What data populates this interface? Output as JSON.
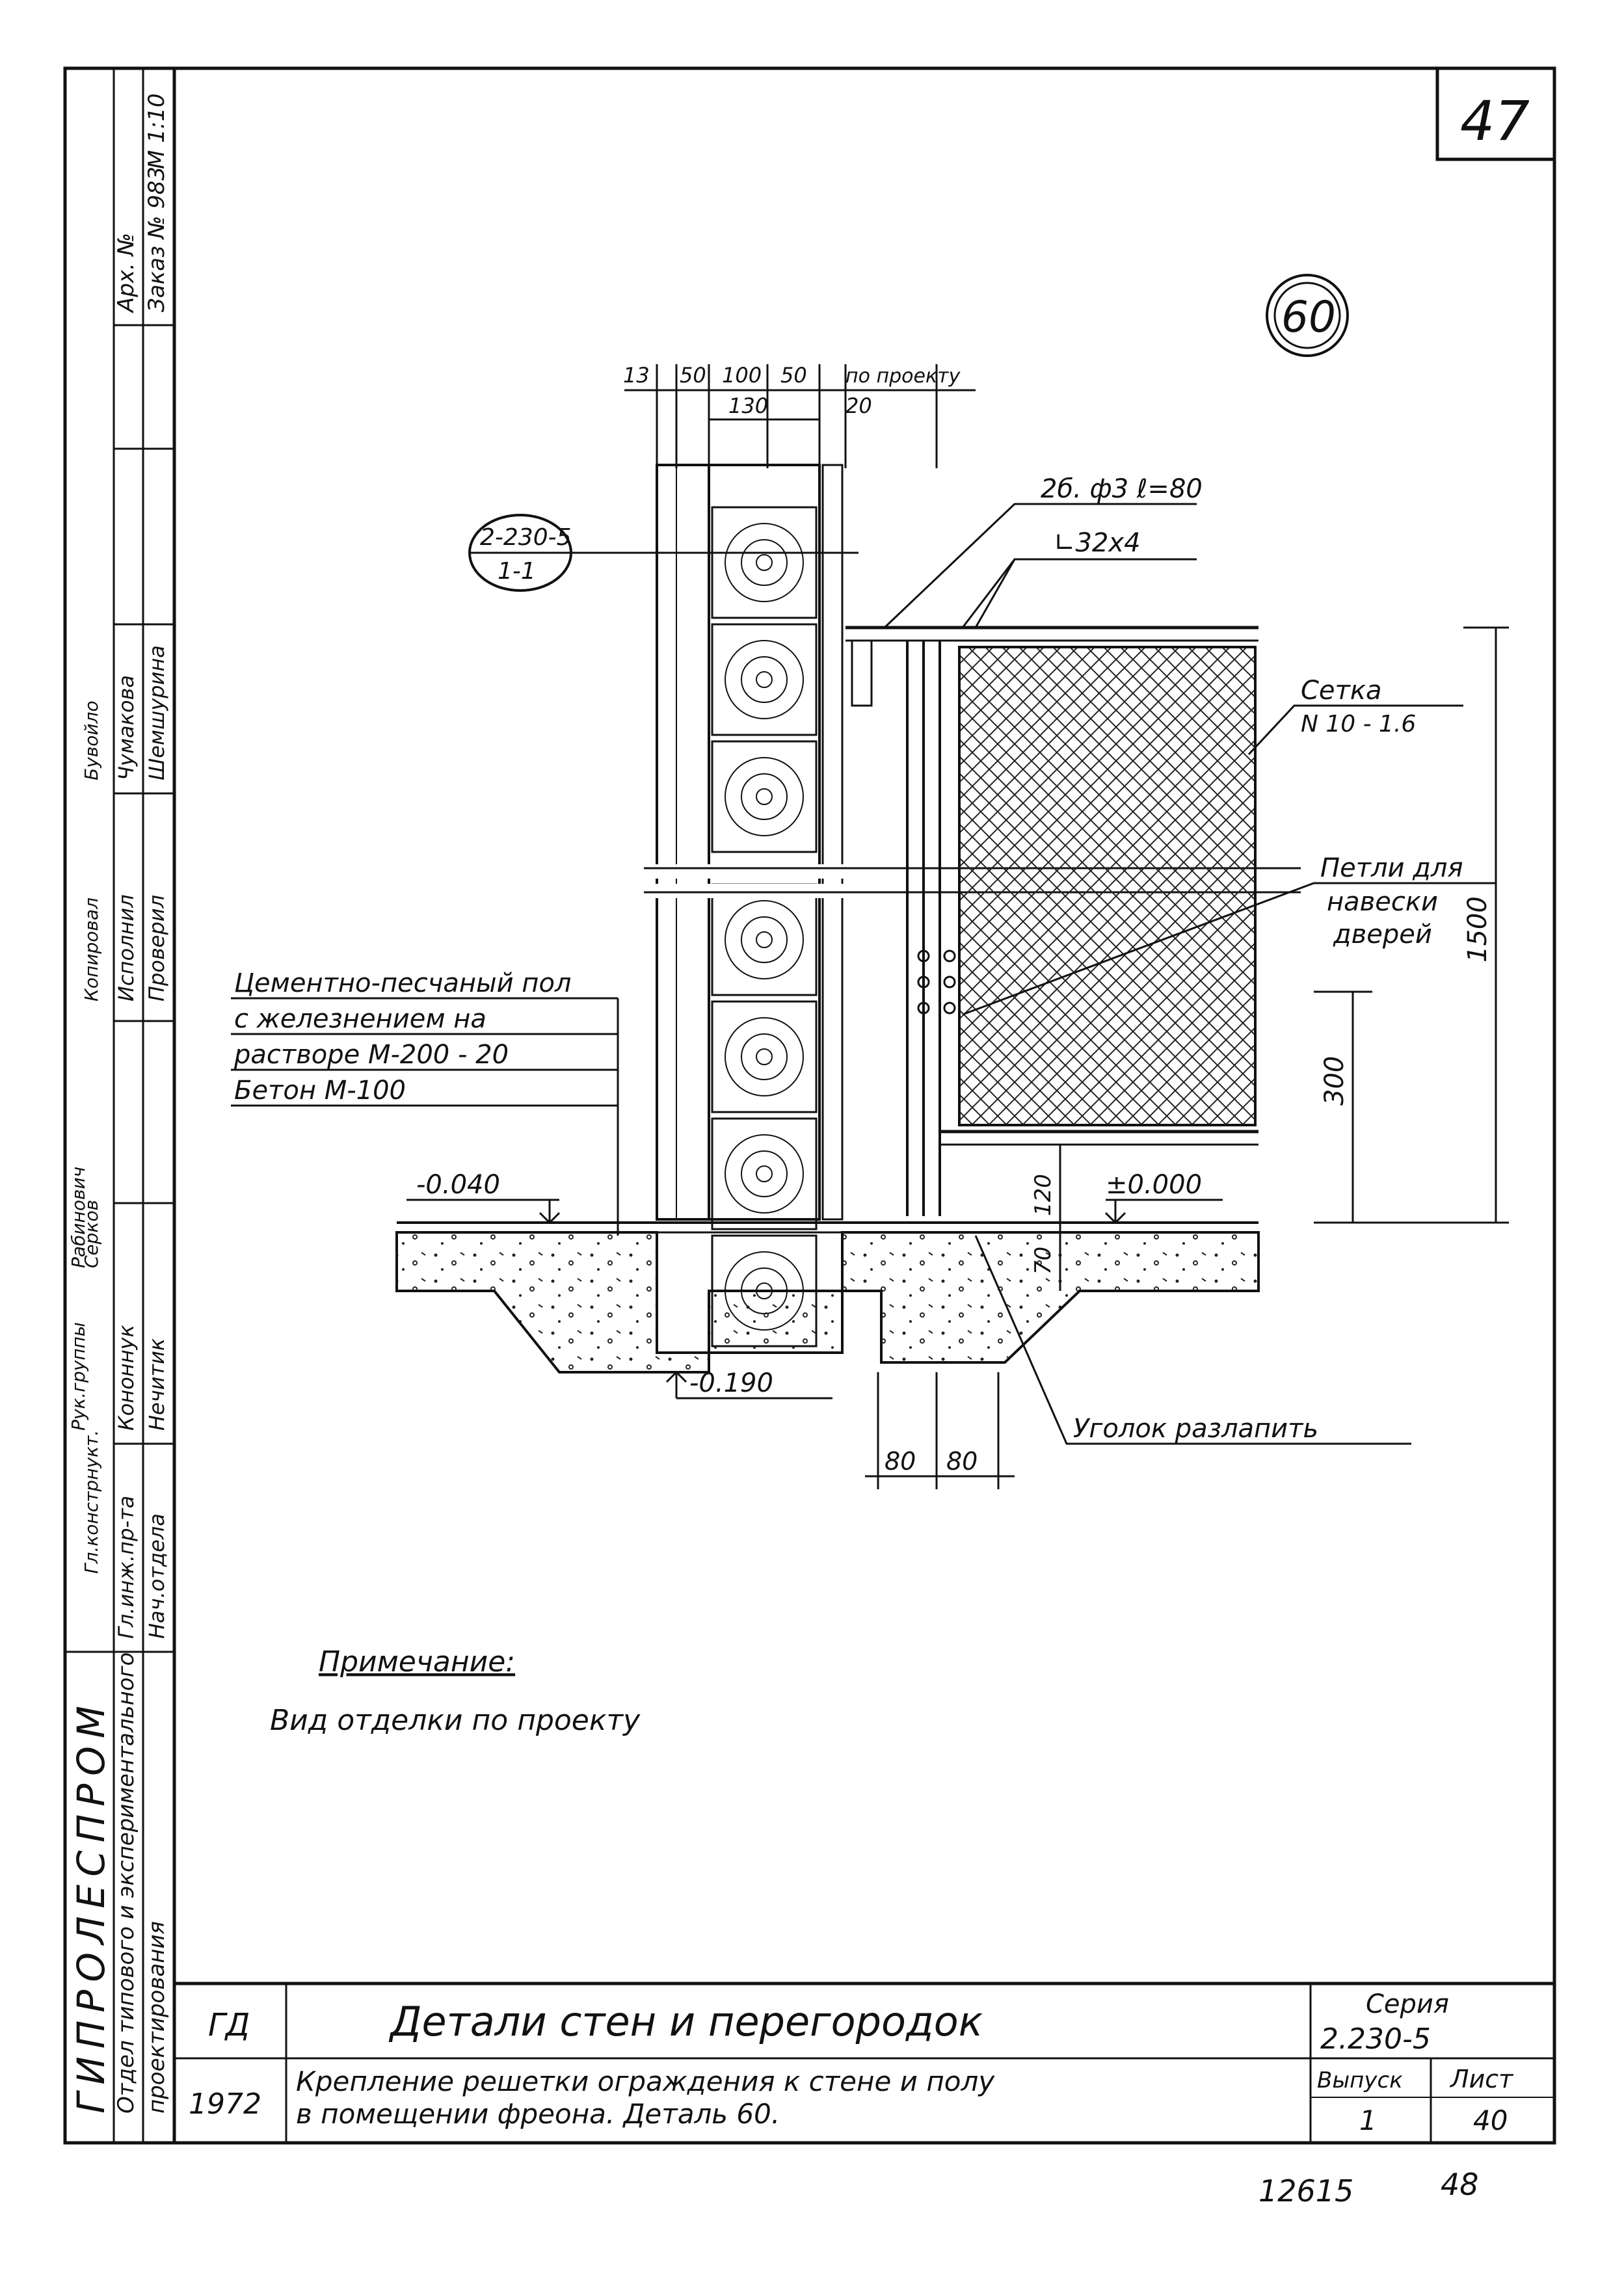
{
  "sheet": {
    "page_number": "47",
    "detail_number": "60",
    "section_ref_top": "2-230-5",
    "section_ref_bottom": "1-1"
  },
  "side_block": {
    "organization": "ГИПРОЛЕСПРОМ",
    "department_line1": "Отдел типового и экспериментального",
    "department_line2": "проектирования",
    "roles": [
      "Гл.инж.пр-та",
      "Нач.отдела",
      "Гл.констрнукт.",
      "Рук.группы"
    ],
    "names": [
      "Кононнук",
      "Нечитик",
      "Серков",
      "Рабинович"
    ],
    "roles2": [
      "Исполнил",
      "Проверил",
      "Копировал"
    ],
    "names2": [
      "Чумакова",
      "Шемшурина",
      "Бувойло"
    ],
    "archive_label": "Арх. №",
    "order": "Заказ № 983",
    "scale": "М 1:10"
  },
  "drawing": {
    "dims_top": [
      "13",
      "50",
      "100",
      "50",
      "по проекту"
    ],
    "dims_top2": [
      "130",
      "20"
    ],
    "label_bolt": "2б. ф3 ℓ=80",
    "label_angle": "∟32x4",
    "label_mesh_1": "Сетка",
    "label_mesh_2": "N 10 - 1.6",
    "label_loops_1": "Петли для",
    "label_loops_2": "навески",
    "label_loops_3": "дверей",
    "label_floor_1": "Цементно-песчаный пол",
    "label_floor_2": "с железнением на",
    "label_floor_3": "растворе М-200 - 20",
    "label_floor_4": "Бетон М-100",
    "level_1": "-0.040",
    "level_2": "±0.000",
    "level_3": "-0.190",
    "dim_300": "300",
    "dim_1500": "1500",
    "dim_120": "120",
    "dim_70": "70",
    "dims_bottom": [
      "80",
      "80"
    ],
    "label_corner": "Уголок разлапить"
  },
  "note": {
    "title": "Примечание:",
    "text": "Вид отделки по проекту"
  },
  "title_block": {
    "code": "ГД",
    "year": "1972",
    "title": "Детали стен и перегородок",
    "subtitle_1": "Крепление решетки ограждения к стене и полу",
    "subtitle_2": "в помещении фреона. Деталь 60.",
    "series_label": "Серия",
    "series_value": "2.230-5",
    "issue_label": "Выпуск",
    "issue_value": "1",
    "sheet_label": "Лист",
    "sheet_value": "40"
  },
  "footer": {
    "number": "12615",
    "sub": "48"
  }
}
